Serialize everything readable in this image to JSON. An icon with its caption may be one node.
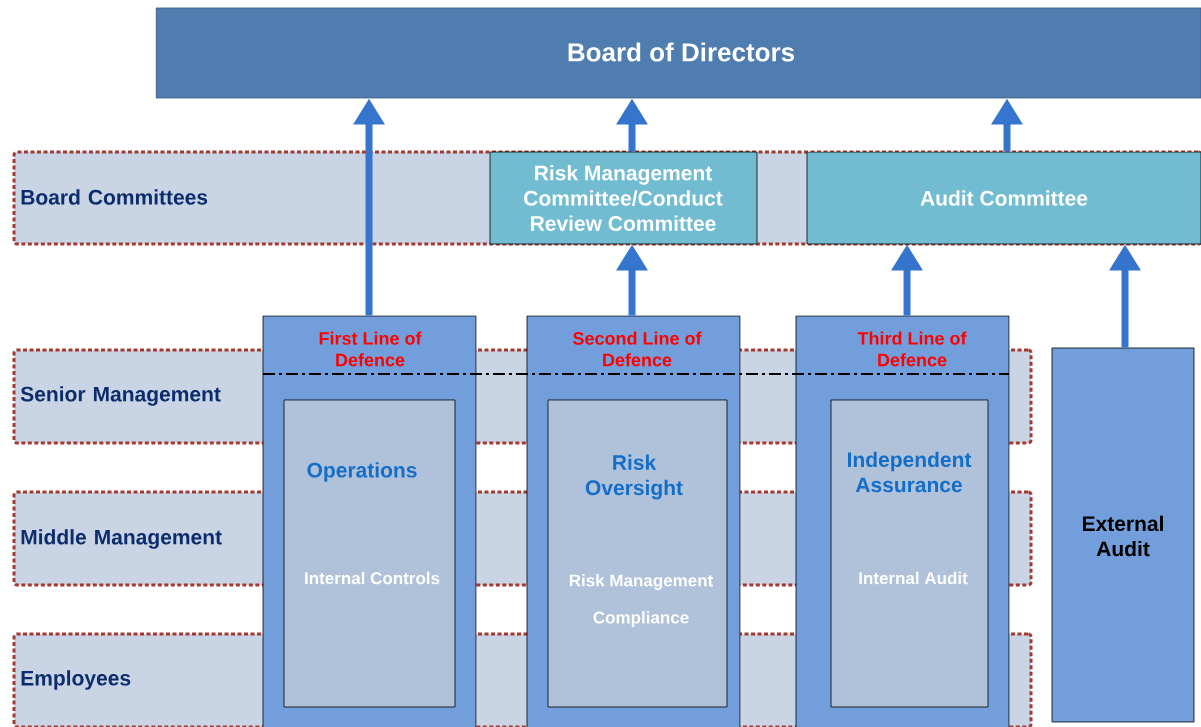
{
  "diagram": {
    "nodes": [
      {
        "text": [
          "Board of Directors"
        ]
      },
      {
        "text": [
          "Board Committees"
        ]
      },
      {
        "text": [
          "Risk Management Committee/Conduct Review Committee"
        ],
        "in": 1
      },
      {
        "text": [
          "Audit Committee"
        ],
        "in": 1
      },
      {
        "text": [
          "Senior Management"
        ]
      },
      {
        "text": [
          "Middle Management"
        ]
      },
      {
        "text": [
          "Employees"
        ]
      },
      {
        "text": [
          "First Line of Defence"
        ]
      },
      {
        "text": [
          "Operations",
          "Internal Controls"
        ],
        "in": 7
      },
      {
        "text": [
          "Second Line of Defence"
        ]
      },
      {
        "text": [
          "Risk Oversight",
          "Risk Management",
          "Compliance"
        ],
        "in": 9
      },
      {
        "text": [
          "Third Line of Defence"
        ]
      },
      {
        "text": [
          "Independent Assurance",
          "Internal Audit"
        ],
        "in": 11
      },
      {
        "text": [
          "External Audit"
        ]
      }
    ],
    "edges": [
      {
        "from": 7,
        "to": 0,
        "arrow": "to"
      },
      {
        "from": 2,
        "to": 0,
        "arrow": "to"
      },
      {
        "from": 3,
        "to": 0,
        "arrow": "to"
      },
      {
        "from": 9,
        "to": 2,
        "arrow": "to"
      },
      {
        "from": 11,
        "to": 3,
        "arrow": "to"
      },
      {
        "from": 13,
        "to": 3,
        "arrow": "to"
      }
    ]
  }
}
